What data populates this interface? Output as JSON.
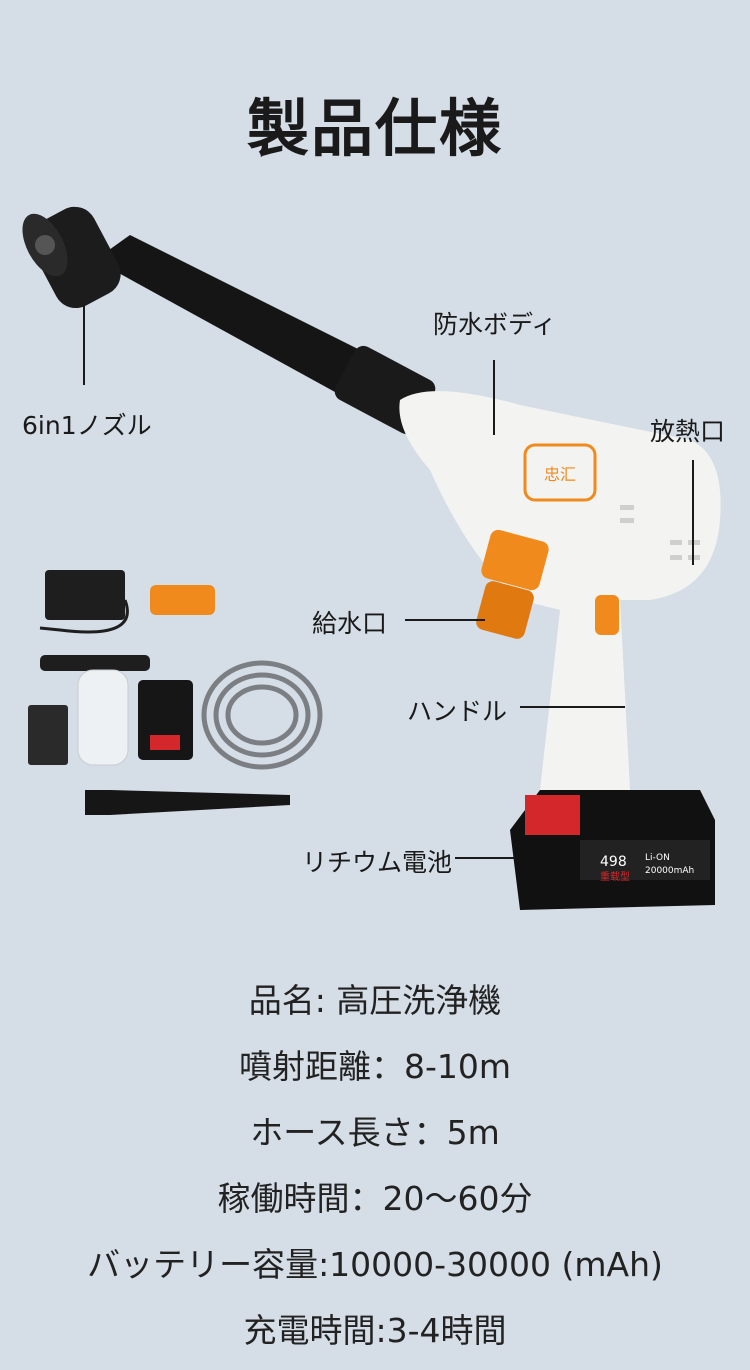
{
  "title": "製品仕様",
  "callouts": {
    "nozzle": "6in1ノズル",
    "body": "防水ボディ",
    "vent": "放熱口",
    "inlet": "給水口",
    "handle": "ハンドル",
    "battery": "リチウム電池"
  },
  "product_marks": {
    "brand": "忠汇",
    "battery_voltage": "498",
    "battery_type": "重载型",
    "battery_chem": "Li-ON",
    "battery_capacity": "20000mAh"
  },
  "specs": [
    "品名: 高圧洗浄機",
    "噴射距離：8-10m",
    "ホース長さ：5m",
    "稼働時間：20～60分",
    "バッテリー容量:10000-30000 (mAh)",
    "充電時間:3-4時間"
  ],
  "colors": {
    "background": "#d5dde6",
    "gun_body": "#f3f3f1",
    "accent_orange": "#f08a1c",
    "nozzle_black": "#151515",
    "battery_red": "#d4272b"
  }
}
